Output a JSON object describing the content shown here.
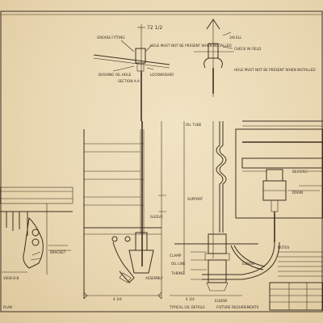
{
  "drawing": {
    "colors": {
      "paper": "#ead9b4",
      "ink": "#3c2f22"
    },
    "dim_top": "72 1/2",
    "labels": {
      "grease_fitting": "GREASE FITTING",
      "hole_note": "HOLE MUST NOT BE PRESENT WHEN INSTALLED",
      "bushing_note": "BUSHING OIL HOLE",
      "spring_note": "LOCKWASHER",
      "section_a": "SECTION A-A",
      "elbow_top": "3/8 ELL",
      "cross_note": "CHECK IN FIELD",
      "side_note": "HOLE MUST NOT BE PRESENT WHEN INSTALLED",
      "tube_note": "OIL TUBE",
      "support": "SUPPORT",
      "sleeve": "SLEEVE",
      "clamp": "CLAMP",
      "oil_line": "OIL LINE",
      "tubing": "TUBING",
      "bearing": "BEARING",
      "drain": "DRAIN",
      "elbow": "ELBOW",
      "bracket": "BRACKET",
      "view_b": "VIEW B-B",
      "assembly_note": "ASSEMBLY",
      "lower_elbow": "ELBOW",
      "bottom_dim": "4 3/4",
      "bottom_dim2": "4 3/4",
      "bottom_left_label": "PLAN",
      "bottom_mid_label": "TYPICAL OIL DETAILS",
      "bottom_right_label": "FIXTURE REQUIREMENTS",
      "notes_title": "NOTES"
    }
  }
}
